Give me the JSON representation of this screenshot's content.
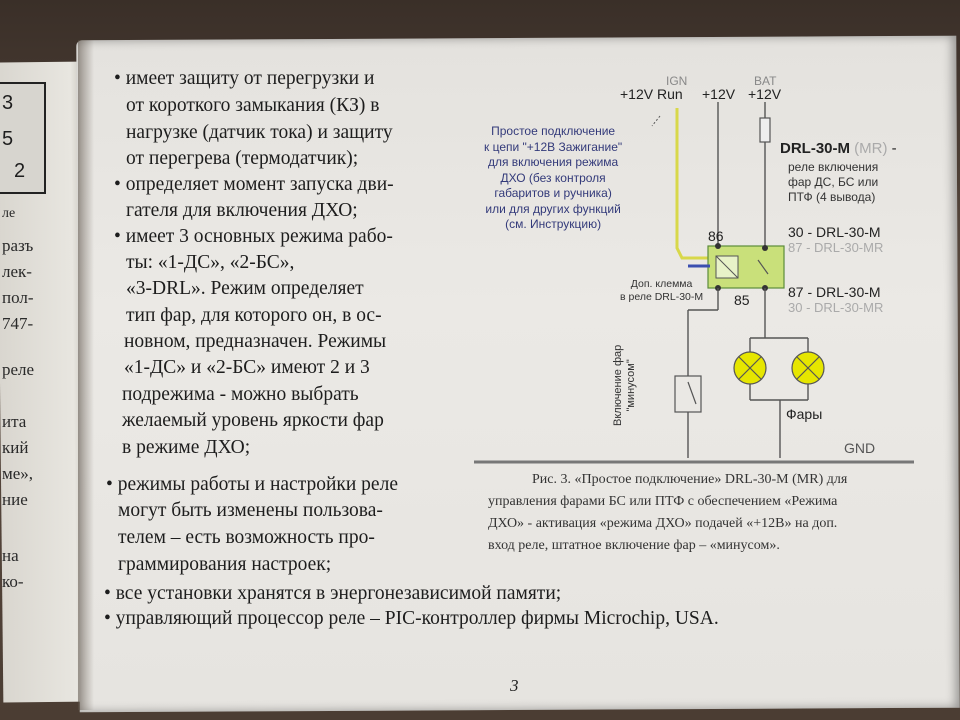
{
  "left_page": {
    "box_numbers": [
      "3",
      "5",
      "2"
    ],
    "fragments": [
      "ле",
      "разъ",
      "лек-",
      "пол-",
      "747-",
      "реле",
      "ита",
      "кий",
      "ме»,",
      "ние",
      "на",
      "ко-"
    ]
  },
  "body_lines": [
    "• имеет защиту от перегрузки и",
    "от короткого замыкания (КЗ) в",
    "нагрузке (датчик тока) и защиту",
    "от перегрева (термодатчик);",
    "• определяет момент запуска дви-",
    "гателя для включения ДХО;",
    "• имеет 3 основных режима рабо-",
    "ты: «1-ДС», «2-БС»,",
    "«3-DRL». Режим определяет",
    "тип фар, для которого он, в ос-",
    "новном, предназначен. Режимы",
    "«1-ДС» и «2-БС» имеют 2 и 3",
    "подрежима - можно выбрать",
    "желаемый уровень яркости фар",
    "в режиме ДХО;",
    "• режимы работы и настройки реле",
    "могут быть изменены пользова-",
    "телем – есть возможность про-",
    "граммирования настроек;",
    "• все установки хранятся в энергонезависимой памяти;",
    "• управляющий процессор реле – PIC-контроллер фирмы Microchip, USA."
  ],
  "diagram": {
    "ign": "IGN",
    "bat": "BAT",
    "run": "+12V Run",
    "v12a": "+12V",
    "v12b": "+12V",
    "note_lines": [
      "Простое подключение",
      "к цепи \"+12В Зажигание\"",
      "для включения режима",
      "ДХО (без контроля",
      "габаритов и ручника)",
      "или для других функций",
      "(см. Инструкцию)"
    ],
    "title_main": "DRL-30-M",
    "title_alt": "(MR)",
    "title_dash": "-",
    "desc_lines": [
      "реле включения",
      "фар ДС, БС или",
      "ПТФ (4 вывода)"
    ],
    "pin86": "86",
    "pin85": "85",
    "pin30": "30 - DRL-30-M",
    "pin30_alt": "87 - DRL-30-MR",
    "pin87": "87 - DRL-30-M",
    "pin87_alt": "30 - DRL-30-MR",
    "extra_lines": [
      "Доп. клемма",
      "в реле DRL-30-M"
    ],
    "switch_lines": [
      "Включение фар",
      "\"минусом\""
    ],
    "lamps": "Фары",
    "gnd": "GND"
  },
  "caption_lines": [
    "Рис. 3. «Простое подключение» DRL-30-M (MR) для",
    "управления фарами БС или ПТФ с обеспечением «Режима",
    "ДХО» - активация «режима ДХО» подачей «+12В» на доп.",
    "вход реле, штатное включение фар – «минусом»."
  ],
  "page_number": "3",
  "colors": {
    "ign_wire": "#d8d84a",
    "relay": "#c9e07a",
    "lamp": "#e6e600",
    "relay_alt_text": "#aaaaaa"
  }
}
